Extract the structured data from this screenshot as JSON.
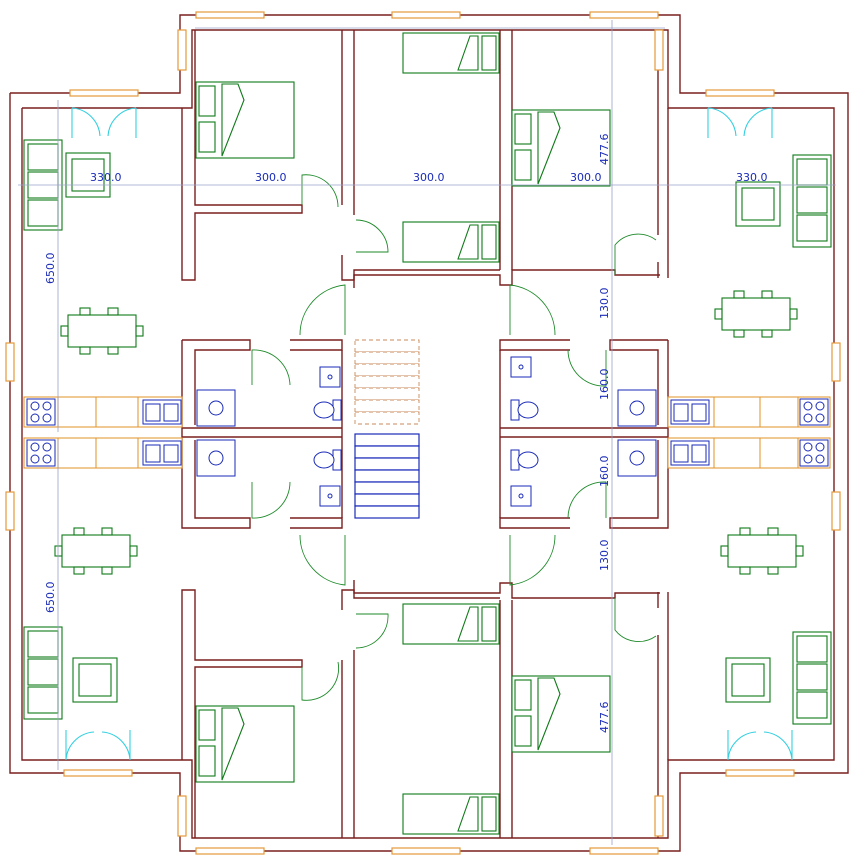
{
  "dimensions": {
    "width_top_left": "330.0",
    "width_top_bed_left": "300.0",
    "width_top_center": "300.0",
    "width_top_bed_right": "300.0",
    "width_top_right": "330.0",
    "height_left_top": "650.0",
    "height_left_bottom": "650.0",
    "height_right_top_bed": "477.6",
    "height_right_bottom_bed": "477.6",
    "height_right_130_top": "130.0",
    "height_right_160_top": "160.0",
    "height_right_160_bottom": "160.0",
    "height_right_130_bottom": "130.0"
  },
  "colors": {
    "wall": "#7a1e1e",
    "window": "#e39a3a",
    "furniture": "#0f7a18",
    "dimension_text": "#1a2bb8",
    "sanitary": "#1a2bb8",
    "glass_door": "#34d0e0"
  }
}
